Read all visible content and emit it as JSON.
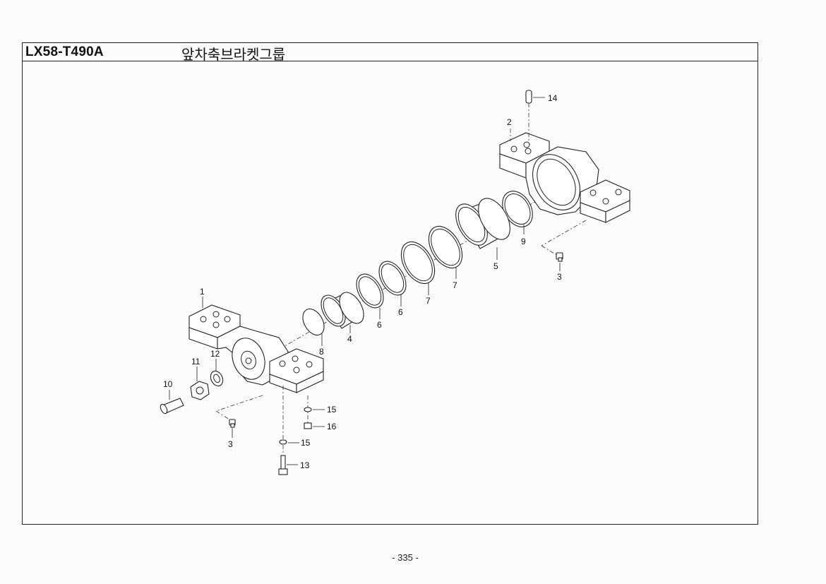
{
  "header": {
    "code": "LX58-T490A",
    "title": "앞차축브라켓그룹"
  },
  "footer": {
    "page": "- 335 -"
  },
  "callouts": [
    "1",
    "2",
    "3",
    "3",
    "4",
    "5",
    "6",
    "6",
    "7",
    "7",
    "8",
    "9",
    "10",
    "11",
    "12",
    "13",
    "14",
    "15",
    "15",
    "16"
  ]
}
